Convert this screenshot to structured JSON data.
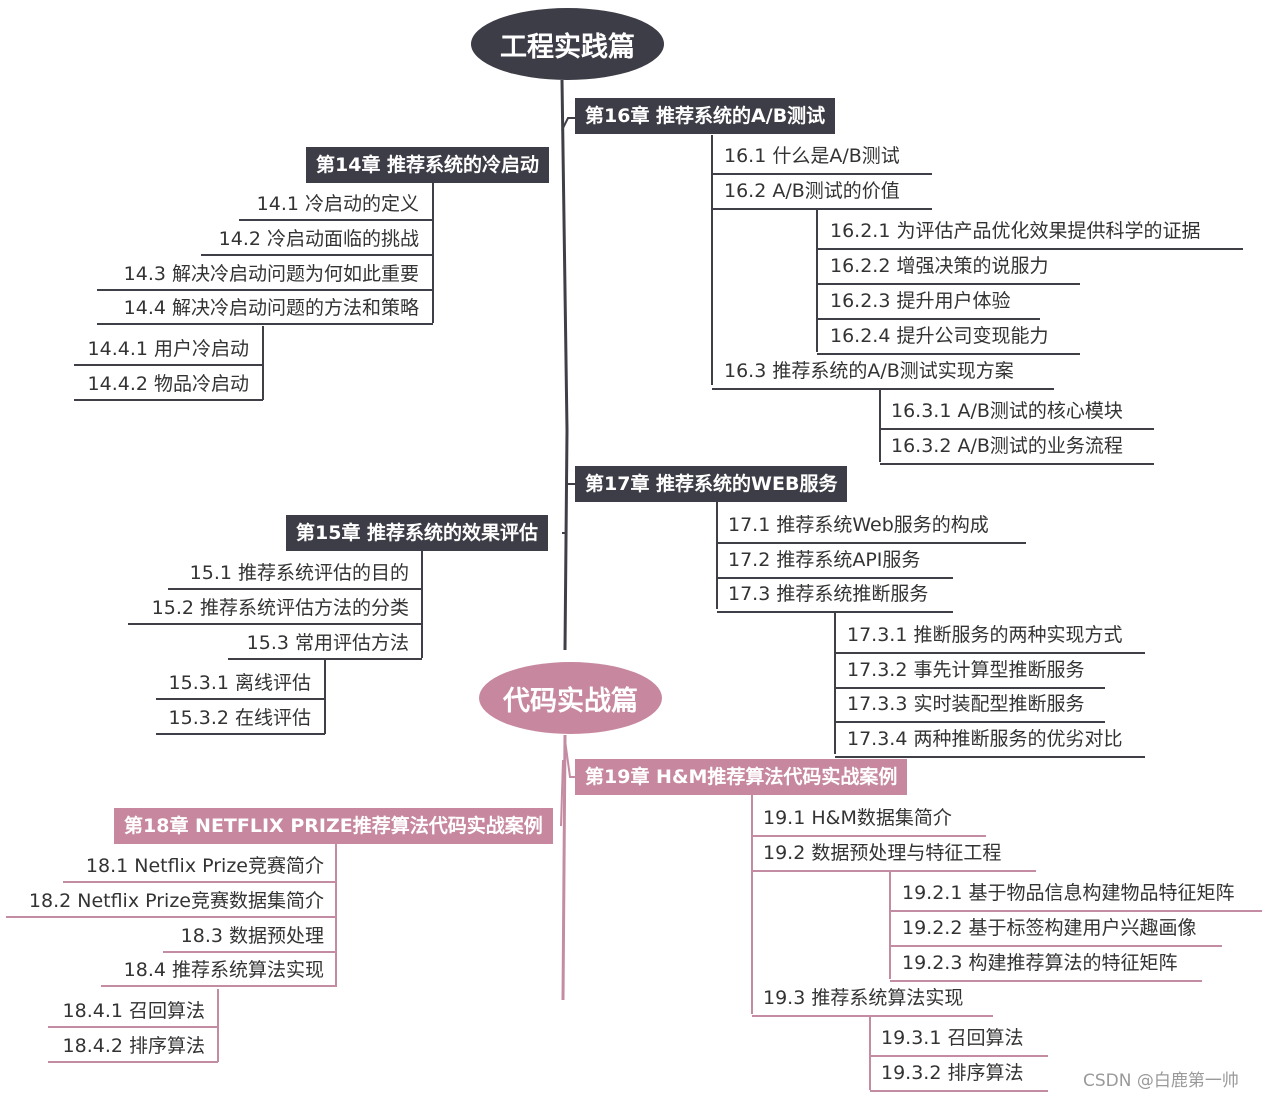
{
  "colors": {
    "dark": "#3d3d47",
    "pink": "#c7879f",
    "dark_line": "#3f3f48",
    "pink_line": "#c48ca2"
  },
  "parts": {
    "part1": "工程实践篇",
    "part2": "代码实战篇"
  },
  "ch14": {
    "title": "第14章 推荐系统的冷启动",
    "s1": "14.1 冷启动的定义",
    "s2": "14.2 冷启动面临的挑战",
    "s3": "14.3 解决冷启动问题为何如此重要",
    "s4": "14.4 解决冷启动问题的方法和策略",
    "s41": "14.4.1 用户冷启动",
    "s42": "14.4.2 物品冷启动"
  },
  "ch15": {
    "title": "第15章 推荐系统的效果评估",
    "s1": "15.1 推荐系统评估的目的",
    "s2": "15.2 推荐系统评估方法的分类",
    "s3": "15.3 常用评估方法",
    "s31": "15.3.1 离线评估",
    "s32": "15.3.2 在线评估"
  },
  "ch16": {
    "title": "第16章 推荐系统的A/B测试",
    "s1": "16.1 什么是A/B测试",
    "s2": "16.2 A/B测试的价值",
    "s21": "16.2.1 为评估产品优化效果提供科学的证据",
    "s22": "16.2.2 增强决策的说服力",
    "s23": "16.2.3 提升用户体验",
    "s24": "16.2.4 提升公司变现能力",
    "s3": "16.3 推荐系统的A/B测试实现方案",
    "s31": "16.3.1 A/B测试的核心模块",
    "s32": "16.3.2 A/B测试的业务流程"
  },
  "ch17": {
    "title": "第17章 推荐系统的WEB服务",
    "s1": "17.1 推荐系统Web服务的构成",
    "s2": "17.2 推荐系统API服务",
    "s3": "17.3 推荐系统推断服务",
    "s31": "17.3.1 推断服务的两种实现方式",
    "s32": "17.3.2 事先计算型推断服务",
    "s33": "17.3.3 实时装配型推断服务",
    "s34": "17.3.4 两种推断服务的优劣对比"
  },
  "ch18": {
    "title": "第18章 NETFLIX PRIZE推荐算法代码实战案例",
    "s1": "18.1 Netflix Prize竞赛简介",
    "s2": "18.2 Netflix Prize竞赛数据集简介",
    "s3": "18.3 数据预处理",
    "s4": "18.4 推荐系统算法实现",
    "s41": "18.4.1 召回算法",
    "s42": "18.4.2 排序算法"
  },
  "ch19": {
    "title": "第19章 H&M推荐算法代码实战案例",
    "s1": "19.1 H&M数据集简介",
    "s2": "19.2 数据预处理与特征工程",
    "s21": "19.2.1 基于物品信息构建物品特征矩阵",
    "s22": "19.2.2 基于标签构建用户兴趣画像",
    "s23": "19.2.3 构建推荐算法的特征矩阵",
    "s3": "19.3 推荐系统算法实现",
    "s31": "19.3.1 召回算法",
    "s32": "19.3.2 排序算法"
  },
  "watermark": "CSDN @白鹿第一帅"
}
